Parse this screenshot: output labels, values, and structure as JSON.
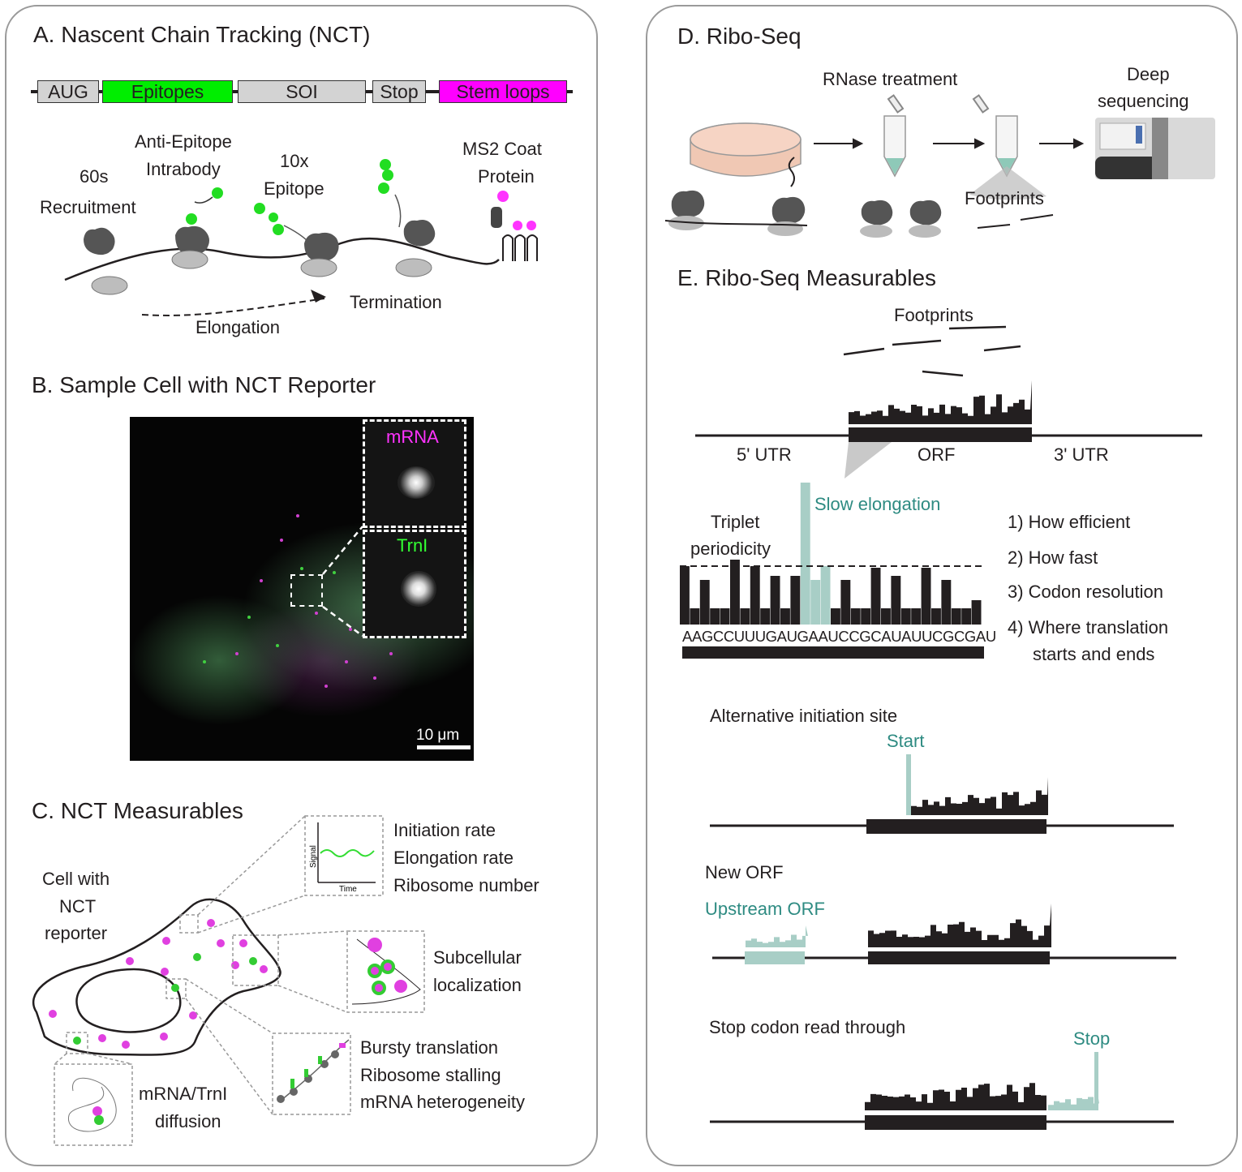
{
  "panel_a": {
    "title": "A. Nascent Chain Tracking (NCT)",
    "construct": [
      {
        "label": "AUG",
        "color": "#d3d3d3",
        "text_color": "#231f20"
      },
      {
        "label": "Epitopes",
        "color": "#00ee00",
        "text_color": "#231f20"
      },
      {
        "label": "SOI",
        "color": "#d3d3d3",
        "text_color": "#231f20"
      },
      {
        "label": "Stop",
        "color": "#d3d3d3",
        "text_color": "#231f20"
      },
      {
        "label": "Stem loops",
        "color": "#ff00ff",
        "text_color": "#231f20"
      }
    ],
    "labels": {
      "recruitment_1": "60s",
      "recruitment_2": "Recruitment",
      "intrabody_1": "Anti-Epitope",
      "intrabody_2": "Intrabody",
      "epitope_1": "10x",
      "epitope_2": "Epitope",
      "coat_1": "MS2 Coat",
      "coat_2": "Protein",
      "termination": "Termination",
      "elongation": "Elongation"
    }
  },
  "panel_b": {
    "title": "B. Sample Cell with NCT Reporter",
    "inset_top": "mRNA",
    "inset_bottom": "TrnI",
    "scale": "10 μm",
    "colors": {
      "mrna": "#ff33ff",
      "trnl": "#33ff33"
    }
  },
  "panel_c": {
    "title": "C. NCT Measurables",
    "cell_label_1": "Cell with",
    "cell_label_2": "NCT",
    "cell_label_3": "reporter",
    "plot_ylabel": "Signal",
    "plot_xlabel": "Time",
    "rates": [
      "Initiation rate",
      "Elongation rate",
      "Ribosome number"
    ],
    "subcellular": [
      "Subcellular",
      "localization"
    ],
    "bursty": [
      "Bursty translation",
      "Ribosome stalling",
      "mRNA heterogeneity"
    ],
    "diffusion": [
      "mRNA/TrnI",
      "diffusion"
    ]
  },
  "panel_d": {
    "title": "D. Ribo-Seq",
    "rnase": "RNase treatment",
    "deep_1": "Deep",
    "deep_2": "sequencing",
    "footprints": "Footprints"
  },
  "panel_e": {
    "title": "E. Ribo-Seq Measurables",
    "footprints": "Footprints",
    "utr5": "5' UTR",
    "orf": "ORF",
    "utr3": "3' UTR",
    "slow": "Slow elongation",
    "triplet_1": "Triplet",
    "triplet_2": "periodicity",
    "sequence": "AAGCCUUUGAUGAAUCCGCAUAUUCGCGAU",
    "list": [
      "1) How efficient",
      "2) How fast",
      "3) Codon resolution",
      "4) Where translation",
      "starts and ends"
    ],
    "alt_init": "Alternative initiation site",
    "start": "Start",
    "new_orf": "New ORF",
    "upstream": "Upstream ORF",
    "stop_read": "Stop codon read through",
    "stop": "Stop",
    "colors": {
      "teal": "#2e8b82",
      "teal_bar": "#a8cec6",
      "bar": "#231f20"
    }
  }
}
